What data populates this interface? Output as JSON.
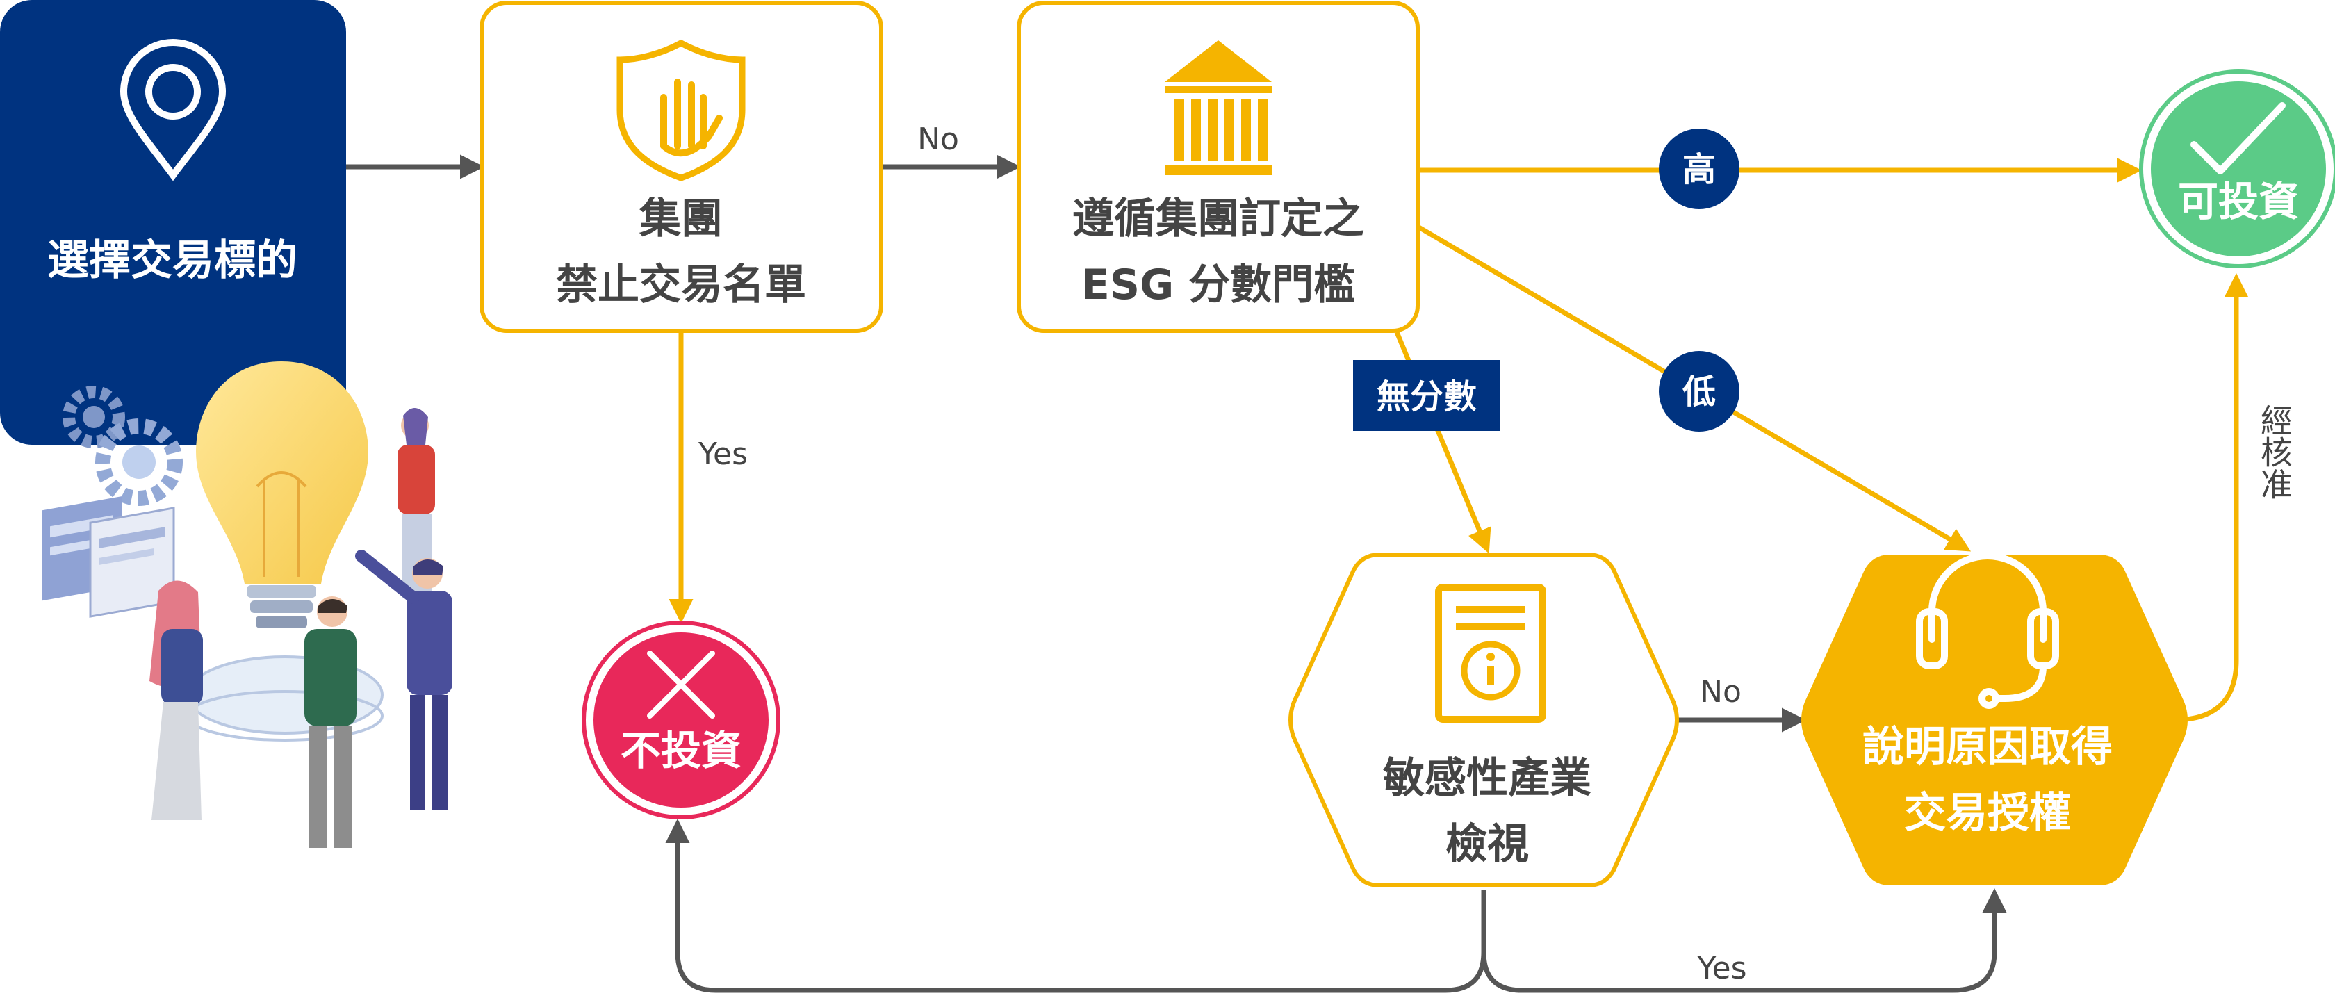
{
  "nodes": {
    "start": {
      "label": "選擇交易標的"
    },
    "blacklist": {
      "line1": "集團",
      "line2": "禁止交易名單"
    },
    "esg": {
      "line1": "遵循集團訂定之",
      "line2": "ESG 分數門檻"
    },
    "invest": {
      "label": "可投資"
    },
    "no_invest": {
      "label": "不投資"
    },
    "sensitive": {
      "line1": "敏感性產業",
      "line2": "檢視"
    },
    "explain": {
      "line1": "說明原因取得",
      "line2": "交易授權"
    }
  },
  "edge_labels": {
    "no_1": "No",
    "yes_1": "Yes",
    "high": "高",
    "low": "低",
    "no_score": "無分數",
    "no_2": "No",
    "yes_2": "Yes",
    "approved": "經核准"
  },
  "colors": {
    "navy": "#003380",
    "amber": "#F5B400",
    "green": "#5BCB87",
    "red": "#E8285A",
    "grey_arrow": "#555555",
    "text_dark": "#444444"
  },
  "icons": [
    "location-pin-icon",
    "shield-hand-icon",
    "bank-building-icon",
    "checkmark-icon",
    "cross-icon",
    "document-info-icon",
    "headset-icon",
    "business-team-illustration"
  ]
}
